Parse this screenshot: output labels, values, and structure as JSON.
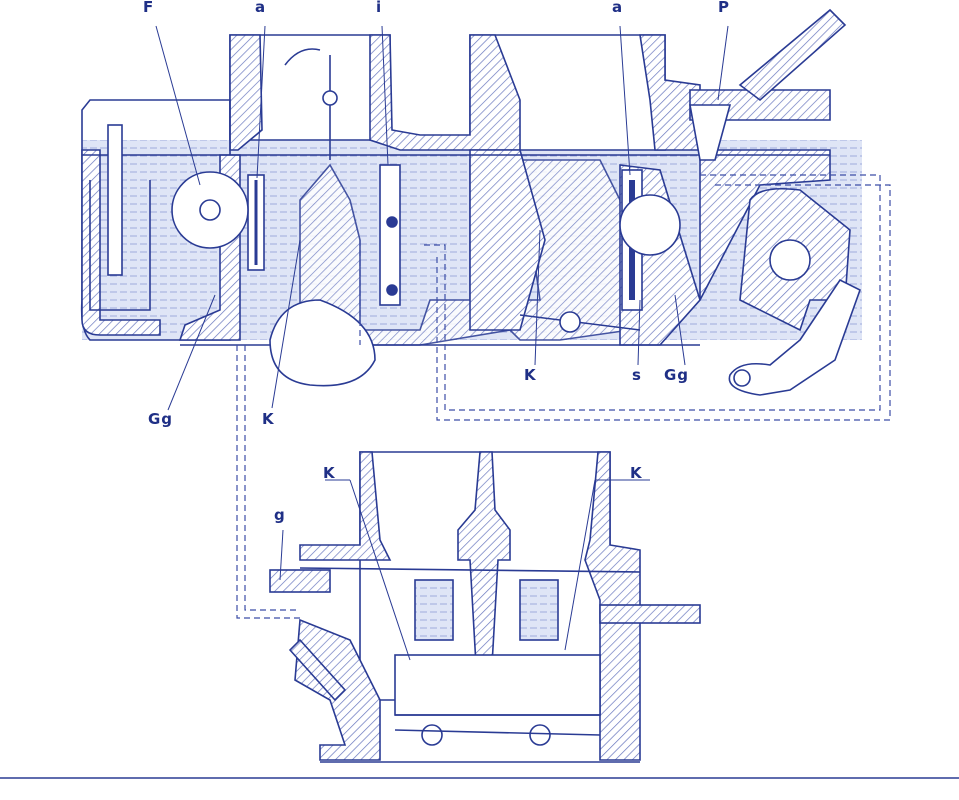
{
  "diagram": {
    "colors": {
      "ink": "#2a3b94",
      "hatch": "#6a78bf",
      "fluid": "#c9d3ef",
      "dashed": "#3c4ea6"
    },
    "labels": {
      "top_F": "F",
      "top_a_left": "a",
      "top_i": "i",
      "top_a_right": "a",
      "top_P": "P",
      "mid_K_right": "K",
      "mid_s": "s",
      "mid_Gg_right": "Gg",
      "mid_Gg_left": "Gg",
      "mid_K_left": "K",
      "lower_g": "g",
      "lower_K_left": "K",
      "lower_K_right": "K"
    }
  }
}
